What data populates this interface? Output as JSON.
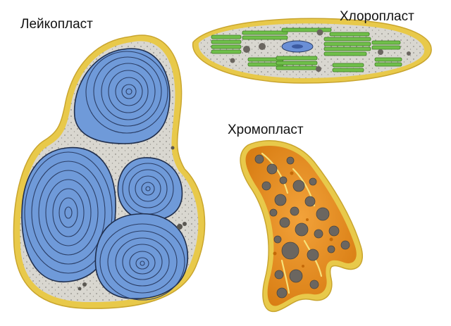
{
  "labels": {
    "leucoplast": "Лейкопласт",
    "chloroplast": "Хлоропласт",
    "chromoplast": "Хромопласт"
  },
  "colors": {
    "membrane": "#e8c94a",
    "membrane_edge": "#c9a52e",
    "stroma": "#d8d6cf",
    "starch_grain": "#6f9ad9",
    "starch_ring": "#2b3e66",
    "thylakoid": "#6fbf4a",
    "thylakoid_edge": "#3d7a22",
    "nucleoid": "#6a8fd6",
    "chromo_fill": "#e8911f",
    "plastoglobule": "#6b6660"
  }
}
